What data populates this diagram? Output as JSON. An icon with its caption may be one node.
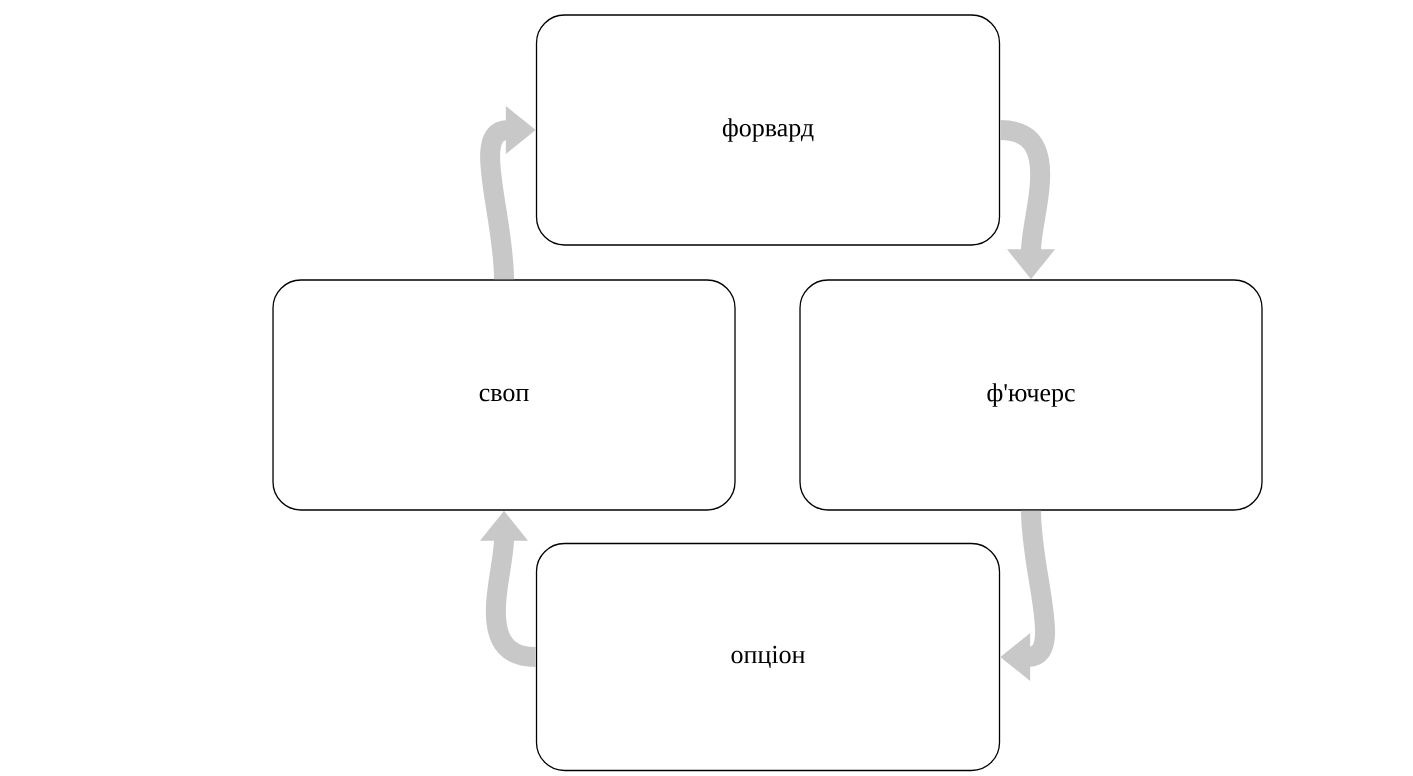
{
  "diagram": {
    "nodes": [
      {
        "text": [
          "форвард"
        ]
      },
      {
        "text": [
          "ф'ючерс"
        ]
      },
      {
        "text": [
          "опціон"
        ]
      },
      {
        "text": [
          "своп"
        ]
      }
    ],
    "edges": [
      {
        "from": 0,
        "to": 1,
        "arrow": "to"
      },
      {
        "from": 1,
        "to": 2,
        "arrow": "to"
      },
      {
        "from": 2,
        "to": 3,
        "arrow": "to"
      },
      {
        "from": 3,
        "to": 0,
        "arrow": "to"
      }
    ]
  }
}
